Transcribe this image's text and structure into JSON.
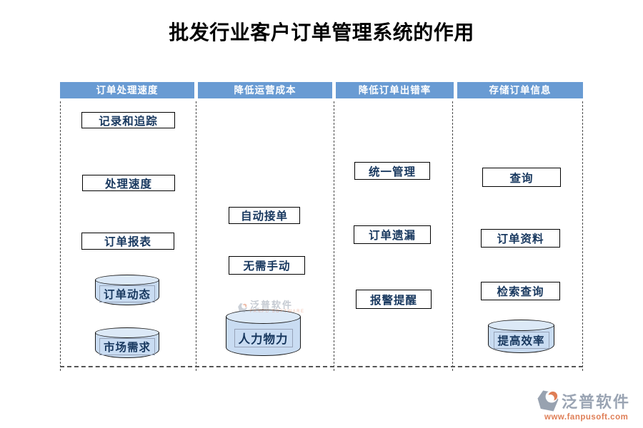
{
  "title": "批发行业客户订单管理系统的作用",
  "columns": [
    {
      "header": "订单处理速度",
      "items": [
        {
          "label": "记录和追踪",
          "type": "box"
        },
        {
          "label": "处理速度",
          "type": "box"
        },
        {
          "label": "订单报表",
          "type": "box"
        },
        {
          "label": "订单动态",
          "type": "cylinder"
        },
        {
          "label": "市场需求",
          "type": "cylinder"
        }
      ]
    },
    {
      "header": "降低运营成本",
      "items": [
        {
          "label": "自动接单",
          "type": "box"
        },
        {
          "label": "无需手动",
          "type": "box"
        },
        {
          "label": "人力物力",
          "type": "cylinder"
        }
      ]
    },
    {
      "header": "降低订单出错率",
      "items": [
        {
          "label": "统一管理",
          "type": "box"
        },
        {
          "label": "订单遗漏",
          "type": "box"
        },
        {
          "label": "报警提醒",
          "type": "box"
        }
      ]
    },
    {
      "header": "存储订单信息",
      "items": [
        {
          "label": "查询",
          "type": "box"
        },
        {
          "label": "订单资料",
          "type": "box"
        },
        {
          "label": "检索查询",
          "type": "box"
        },
        {
          "label": "提高效率",
          "type": "cylinder"
        }
      ]
    }
  ],
  "watermark": {
    "text": "泛普软件",
    "subtext": "FANPU SOFTWARE"
  },
  "footer_logo": {
    "company": "泛普软件",
    "website": "www.fanpusoft.com"
  },
  "colors": {
    "header_bg": "#699BD3",
    "header_text": "#FFFFFF",
    "node_text": "#17375E",
    "node_border": "#000000",
    "cylinder_fill": "#C9DCF2",
    "cylinder_top_fill": "#DCE9F7",
    "logo_grey": "#9AA4B3",
    "logo_orange": "#DF7E56"
  }
}
